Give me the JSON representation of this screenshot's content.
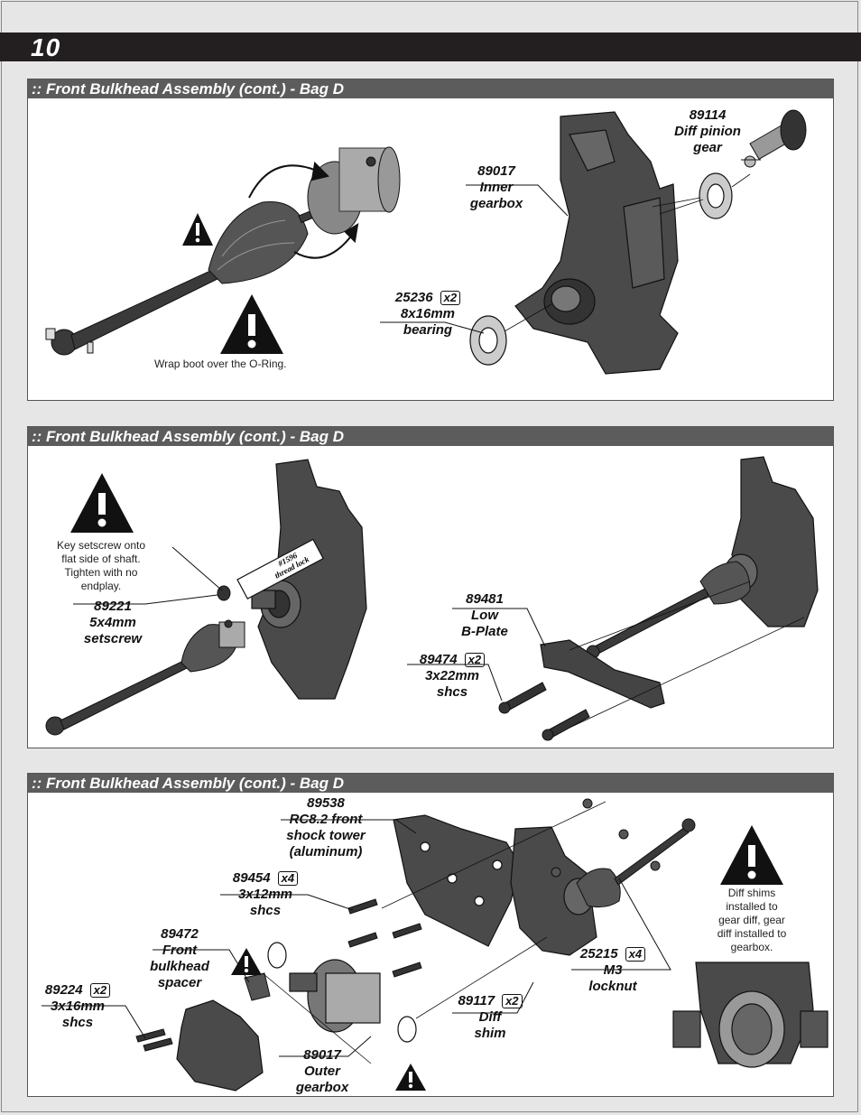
{
  "page": {
    "number": "10"
  },
  "panels": [
    {
      "title": ":: Front Bulkhead Assembly (cont.) - Bag D",
      "note": "Wrap boot over the O-Ring.",
      "parts": [
        {
          "num": "89114",
          "lines": [
            "Diff pinion",
            "gear"
          ]
        },
        {
          "num": "89017",
          "lines": [
            "Inner",
            "gearbox"
          ]
        },
        {
          "num": "25236",
          "qty": "x2",
          "lines": [
            "8x16mm",
            "bearing"
          ]
        }
      ]
    },
    {
      "title": ":: Front Bulkhead Assembly (cont.) - Bag D",
      "note_lines": [
        "Key setscrew onto",
        "flat side of shaft.",
        "Tighten with no",
        "endplay."
      ],
      "thread_lock_lines": [
        "#1596",
        "thread lock"
      ],
      "parts": [
        {
          "num": "89221",
          "lines": [
            "5x4mm",
            "setscrew"
          ]
        },
        {
          "num": "89481",
          "lines": [
            "Low",
            "B-Plate"
          ]
        },
        {
          "num": "89474",
          "qty": "x2",
          "lines": [
            "3x22mm",
            "shcs"
          ]
        }
      ]
    },
    {
      "title": ":: Front Bulkhead Assembly (cont.) - Bag D",
      "note_lines": [
        "Diff shims",
        "installed to",
        "gear diff, gear",
        "diff installed to",
        "gearbox."
      ],
      "parts": [
        {
          "num": "89538",
          "lines": [
            "RC8.2 front",
            "shock tower",
            "(aluminum)"
          ]
        },
        {
          "num": "89454",
          "qty": "x4",
          "lines": [
            "3x12mm",
            "shcs"
          ]
        },
        {
          "num": "89472",
          "lines": [
            "Front",
            "bulkhead",
            "spacer"
          ]
        },
        {
          "num": "89224",
          "qty": "x2",
          "lines": [
            "3x16mm",
            "shcs"
          ]
        },
        {
          "num": "89017",
          "lines": [
            "Outer",
            "gearbox"
          ]
        },
        {
          "num": "89117",
          "qty": "x2",
          "lines": [
            "Diff",
            "shim"
          ]
        },
        {
          "num": "25215",
          "qty": "x4",
          "lines": [
            "M3",
            "locknut"
          ]
        }
      ]
    }
  ]
}
